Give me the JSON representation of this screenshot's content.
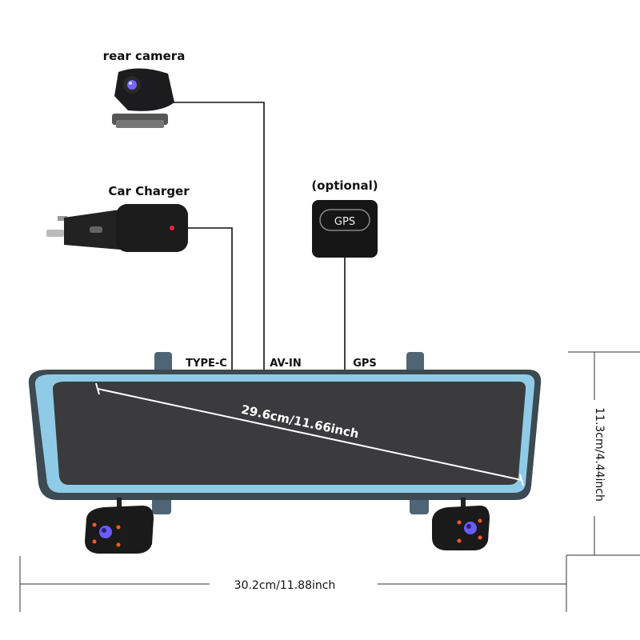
{
  "labels": {
    "rear_camera": "rear camera",
    "car_charger": "Car Charger",
    "optional": "(optional)",
    "gps_module": "GPS"
  },
  "ports": {
    "type_c": "TYPE-C",
    "av_in": "AV-IN",
    "gps": "GPS"
  },
  "dimensions": {
    "diagonal": "29.6cm/11.66inch",
    "width": "30.2cm/11.88inch",
    "height": "11.3cm/4.44inch"
  },
  "colors": {
    "screen": "#3b3b3d",
    "bezel_blue": "#8fcbe6",
    "frame": "#4a5660",
    "led": "#ff5a1f",
    "lens": "#6a5cff"
  }
}
